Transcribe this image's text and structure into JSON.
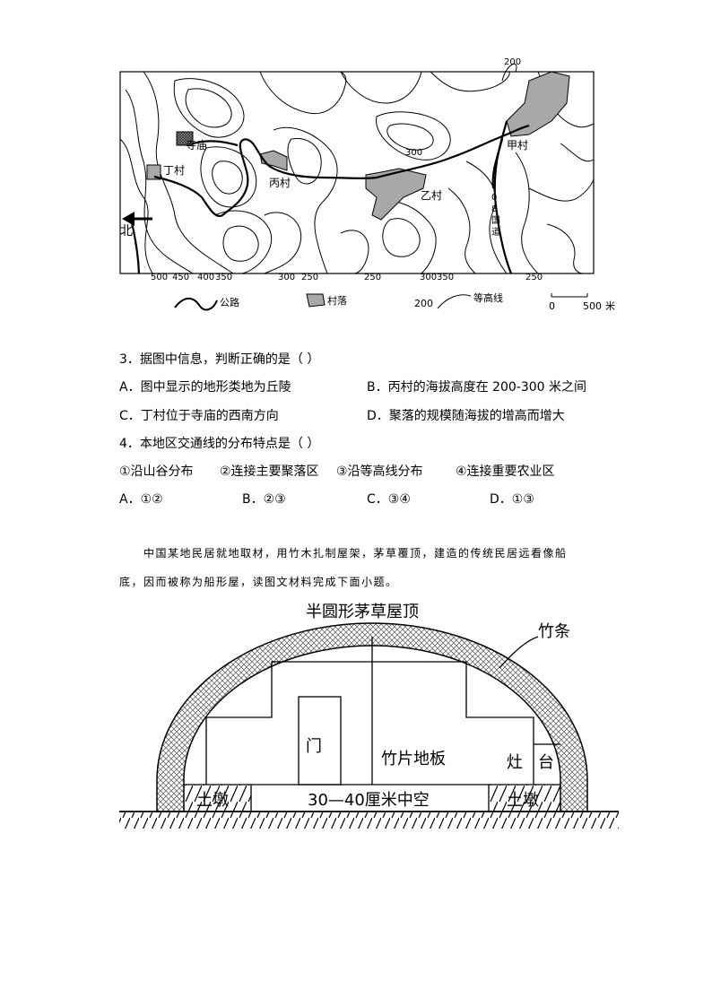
{
  "map": {
    "top_contour_label": "200",
    "villages": {
      "jia": "甲村",
      "yi": "乙村",
      "bing": "丙村",
      "ding": "丁村",
      "temple": "寺庙"
    },
    "contour_labels": [
      "300"
    ],
    "highway_vertical": [
      "0",
      "8",
      "国",
      "道"
    ],
    "north_label": "北",
    "bottom_labels": [
      "500",
      "450",
      "400",
      "350",
      "300",
      "250",
      "250",
      "300",
      "350",
      "250"
    ],
    "legend": {
      "road": "公路",
      "village": "村落",
      "contour_value": "200",
      "contour": "等高线",
      "scale_start": "0",
      "scale_end": "500",
      "scale_unit": "米"
    }
  },
  "questions": {
    "q3": {
      "stem": "3．据图中信息，判断正确的是（     ）",
      "A": "A．图中显示的地形类地为丘陵",
      "B": "B．丙村的海拔高度在 200-300 米之间",
      "C": "C．丁村位于寺庙的西南方向",
      "D": "D．聚落的规模随海拔的增高而增大"
    },
    "q4": {
      "stem": "4．本地区交通线的分布特点是（     ）",
      "items": [
        "①沿山谷分布",
        "②连接主要聚落区",
        "③沿等高线分布",
        "④连接重要农业区"
      ],
      "A": "A．①②",
      "B": "B．②③",
      "C": "C．③④",
      "D": "D．①③"
    }
  },
  "intro": {
    "line1": "中国某地民居就地取材，用竹木扎制屋架，茅草覆顶，建造的传统民居远看像船",
    "line2": "底，因而被称为船形屋，读图文材料完成下面小题。"
  },
  "house": {
    "roof_label": "半圆形茅草屋顶",
    "bamboo_label": "竹条",
    "door": "门",
    "floor": "竹片地板",
    "stove_1": "灶",
    "stove_2": "台",
    "left_pier": "土墩",
    "right_pier": "土墩",
    "hollow": "30—40厘米中空"
  }
}
